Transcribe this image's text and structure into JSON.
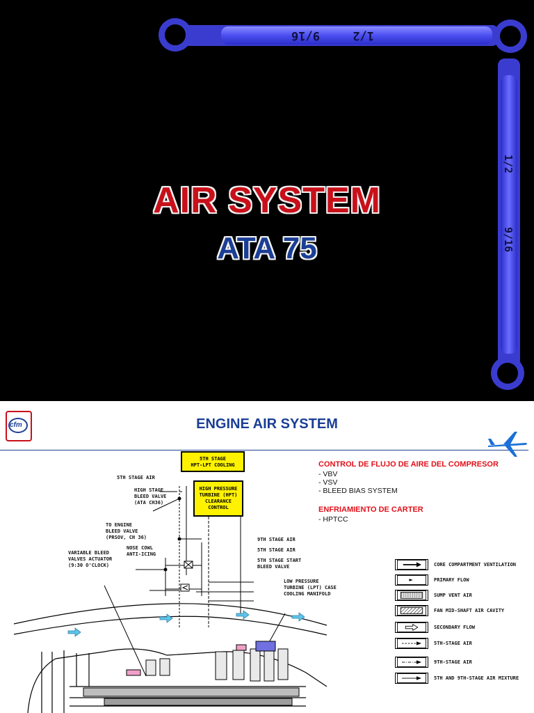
{
  "slide1": {
    "wrench_marks": [
      "9/16",
      "1/2"
    ],
    "title": "AIR SYSTEM",
    "subtitle": "ATA 75"
  },
  "slide2": {
    "logo_text": "cfm",
    "title": "ENGINE AIR SYSTEM",
    "yellow_boxes": {
      "cooling": [
        "5TH STAGE",
        "HPT-LPT COOLING"
      ],
      "hpt": [
        "HIGH PRESSURE",
        "TURBINE (HPT)",
        "CLEARANCE",
        "CONTROL"
      ]
    },
    "labels": {
      "stage5_air": "5TH STAGE AIR",
      "hs_bleed": "HIGH STAGE\nBLEED VALVE\n(ATA CH36)",
      "to_engine": "TO ENGINE\nBLEED VALVE\n(PRSOV, CH 36)",
      "nose_cowl": "NOSE COWL\nANTI-ICING",
      "vbv_act": "VARIABLE BLEED\nVALVES ACTUATOR\n(9:30 O'CLOCK)",
      "stage9": "9TH STAGE AIR",
      "stage5b": "5TH STAGE AIR",
      "stage5_start": "5TH STAGE START\nBLEED VALVE",
      "lpt": "LOW PRESSURE\nTURBINE (LPT) CASE\nCOOLING MANIFOLD"
    },
    "control": {
      "heading": "CONTROL DE FLUJO DE AIRE DEL COMPRESOR",
      "items": [
        "- VBV",
        "- VSV",
        "- BLEED BIAS SYSTEM"
      ],
      "heading2": "ENFRIAMIENTO DE CARTER",
      "items2": [
        "- HPTCC"
      ]
    },
    "legend": [
      {
        "label": "CORE COMPARTMENT VENTILATION",
        "icon": "bold-arrow"
      },
      {
        "label": "PRIMARY FLOW",
        "icon": "small-arrow"
      },
      {
        "label": "SUMP VENT AIR",
        "icon": "dotted-fill"
      },
      {
        "label": "FAN MID-SHAFT AIR CAVITY",
        "icon": "hatched-fill"
      },
      {
        "label": "SECONDARY FLOW",
        "icon": "hollow-arrow"
      },
      {
        "label": "5TH-STAGE AIR",
        "icon": "dashed-arrow"
      },
      {
        "label": "9TH-STAGE AIR",
        "icon": "dash-dot-arrow"
      },
      {
        "label": "5TH AND 9TH-STAGE AIR MIXTURE",
        "icon": "solid-arrow"
      }
    ]
  }
}
